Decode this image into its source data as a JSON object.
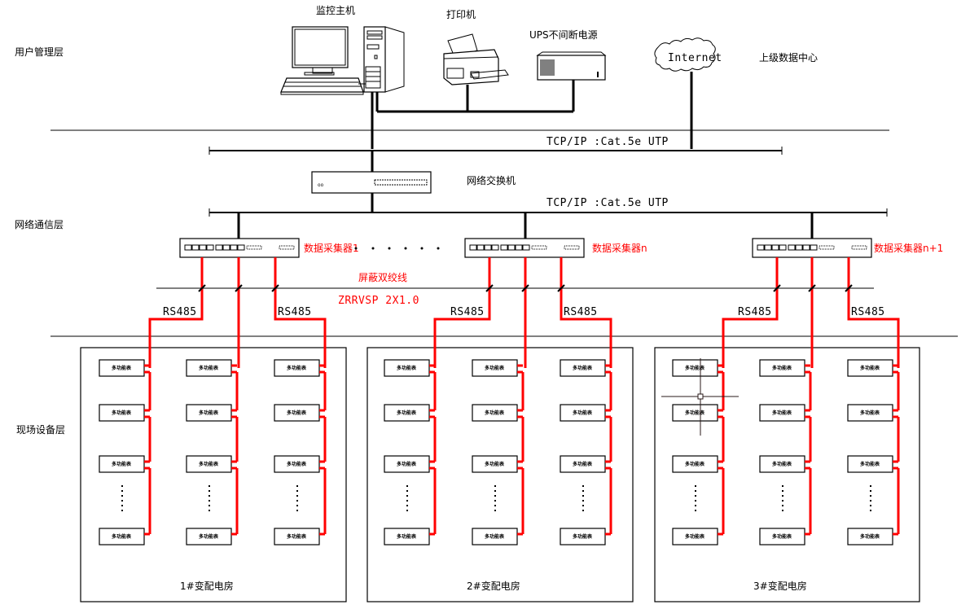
{
  "layers": {
    "user": "用户管理层",
    "network": "网络通信层",
    "field": "现场设备层"
  },
  "devices": {
    "monitor_host": "监控主机",
    "printer": "打印机",
    "ups": "UPS不间断电源",
    "internet": "Internet",
    "upper_data_center": "上级数据中心",
    "switch": "网络交换机"
  },
  "cables": {
    "tcpip_top": "TCP/IP :Cat.5e UTP",
    "tcpip_bottom": "TCP/IP :Cat.5e UTP",
    "shielded": "屏蔽双绞线",
    "shielded_model": "ZRRVSP 2X1.0",
    "rs485": "RS485"
  },
  "collectors": [
    {
      "label": "数据采集器1"
    },
    {
      "label": "数据采集器n"
    },
    {
      "label": "数据采集器n+1"
    }
  ],
  "rooms": [
    {
      "label": "1#变配电房"
    },
    {
      "label": "2#变配电房"
    },
    {
      "label": "3#变配电房"
    }
  ],
  "meter_label": "多功能表",
  "colors": {
    "line": "#000000",
    "bus": "#ff0000"
  }
}
